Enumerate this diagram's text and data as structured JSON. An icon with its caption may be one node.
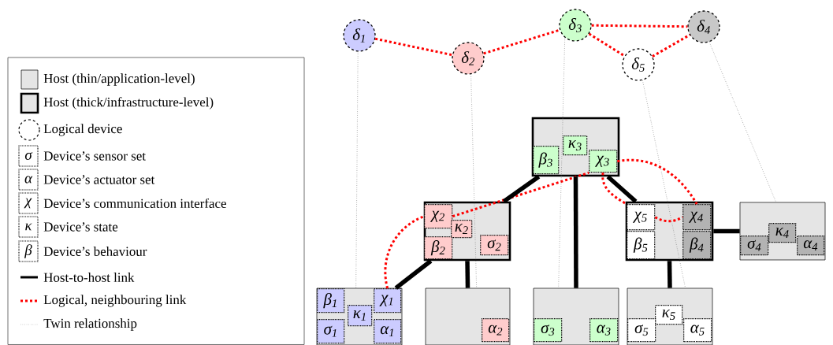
{
  "diagram": {
    "nodes": [
      {
        "text": [
          "δ$_{1}$"
        ]
      },
      {
        "text": [
          "δ$_{2}$"
        ]
      },
      {
        "text": [
          "δ$_{3}$"
        ]
      },
      {
        "text": [
          "δ$_{4}$"
        ]
      },
      {
        "text": [
          "δ$_{5}$"
        ]
      },
      {
        "text": [],
        "shape": "box"
      },
      {
        "text": [
          "β$_{3}$"
        ],
        "in": 5
      },
      {
        "text": [
          "κ$_{3}$"
        ],
        "in": 5
      },
      {
        "text": [
          "χ$_{3}$"
        ],
        "in": 5
      },
      {
        "text": [],
        "shape": "box"
      },
      {
        "text": [
          "χ$_{2}$"
        ],
        "in": 9
      },
      {
        "text": [
          "κ$_{2}$"
        ],
        "in": 9
      },
      {
        "text": [
          "β$_{2}$"
        ],
        "in": 9
      },
      {
        "text": [
          "σ$_{2}$"
        ],
        "in": 9
      },
      {
        "text": [],
        "shape": "box"
      },
      {
        "text": [
          "χ$_{5}$"
        ],
        "in": 14
      },
      {
        "text": [
          "χ$_{4}$"
        ],
        "in": 14
      },
      {
        "text": [
          "β$_{5}$"
        ],
        "in": 14
      },
      {
        "text": [
          "β$_{4}$"
        ],
        "in": 14
      },
      {
        "text": [],
        "shape": "box"
      },
      {
        "text": [
          "κ$_{4}$"
        ],
        "in": 19
      },
      {
        "text": [
          "σ$_{4}$"
        ],
        "in": 19
      },
      {
        "text": [
          "α$_{4}$"
        ],
        "in": 19
      },
      {
        "text": [],
        "shape": "box"
      },
      {
        "text": [
          "β$_{1}$"
        ],
        "in": 23
      },
      {
        "text": [
          "χ$_{1}$"
        ],
        "in": 23
      },
      {
        "text": [
          "κ$_{1}$"
        ],
        "in": 23
      },
      {
        "text": [
          "σ$_{1}$"
        ],
        "in": 23
      },
      {
        "text": [
          "α$_{1}$"
        ],
        "in": 23
      },
      {
        "text": [],
        "shape": "box"
      },
      {
        "text": [
          "α$_{2}$"
        ],
        "in": 29
      },
      {
        "text": [],
        "shape": "box"
      },
      {
        "text": [
          "σ$_{3}$"
        ],
        "in": 31
      },
      {
        "text": [
          "α$_{3}$"
        ],
        "in": 31
      },
      {
        "text": [],
        "shape": "box"
      },
      {
        "text": [
          "κ$_{5}$"
        ],
        "in": 34
      },
      {
        "text": [
          "σ$_{5}$"
        ],
        "in": 34
      },
      {
        "text": [
          "α$_{5}$"
        ],
        "in": 34
      }
    ],
    "edges": [
      {
        "from": 0,
        "to": 1,
        "arrow": "none",
        "style": "dashed",
        "color": "#ff0000"
      },
      {
        "from": 1,
        "to": 2,
        "arrow": "none",
        "style": "dashed",
        "color": "#ff0000"
      },
      {
        "from": 2,
        "to": 3,
        "arrow": "none",
        "style": "dashed",
        "color": "#ff0000"
      },
      {
        "from": 2,
        "to": 4,
        "arrow": "none",
        "style": "dashed",
        "color": "#ff0000"
      },
      {
        "from": 4,
        "to": 3,
        "arrow": "none",
        "style": "dashed",
        "color": "#ff0000"
      },
      {
        "from": 25,
        "to": 10,
        "arrow": "none",
        "style": "dashed",
        "color": "#ff0000"
      },
      {
        "from": 10,
        "to": 8,
        "arrow": "none",
        "style": "dashed",
        "color": "#ff0000"
      },
      {
        "from": 8,
        "to": 16,
        "arrow": "none",
        "style": "dashed",
        "color": "#ff0000"
      },
      {
        "from": 8,
        "to": 15,
        "arrow": "none",
        "style": "dashed",
        "color": "#ff0000"
      },
      {
        "from": 15,
        "to": 16,
        "arrow": "none",
        "style": "dashed",
        "color": "#ff0000"
      },
      {
        "from": 5,
        "to": 9,
        "arrow": "none",
        "style": "thick",
        "color": "#000000"
      },
      {
        "from": 5,
        "to": 31,
        "arrow": "none",
        "style": "thick",
        "color": "#000000"
      },
      {
        "from": 5,
        "to": 14,
        "arrow": "none",
        "style": "thick",
        "color": "#000000"
      },
      {
        "from": 9,
        "to": 29,
        "arrow": "none",
        "style": "thick",
        "color": "#000000"
      },
      {
        "from": 9,
        "to": 23,
        "arrow": "none",
        "style": "thick",
        "color": "#000000"
      },
      {
        "from": 14,
        "to": 19,
        "arrow": "none",
        "style": "thick",
        "color": "#000000"
      },
      {
        "from": 14,
        "to": 34,
        "arrow": "none",
        "style": "thick",
        "color": "#000000"
      },
      {
        "from": 0,
        "to": 23,
        "arrow": "none",
        "style": "dashed",
        "color": "#666666"
      },
      {
        "from": 1,
        "to": 29,
        "arrow": "none",
        "style": "dashed",
        "color": "#666666"
      },
      {
        "from": 2,
        "to": 31,
        "arrow": "none",
        "style": "dashed",
        "color": "#666666"
      },
      {
        "from": 4,
        "to": 34,
        "arrow": "none",
        "style": "dashed",
        "color": "#666666"
      },
      {
        "from": 3,
        "to": 19,
        "arrow": "none",
        "style": "dashed",
        "color": "#666666"
      }
    ],
    "labels": [
      "σ",
      "α",
      "χ",
      "κ",
      "β"
    ],
    "legend": [
      {
        "text": "Host (thin/application-level)"
      },
      {
        "text": "Host (thick/infrastructure-level)"
      },
      {
        "text": "Logical device"
      },
      {
        "text": "Device’s sensor set"
      },
      {
        "text": "Device’s actuator set"
      },
      {
        "text": "Device’s communication interface"
      },
      {
        "text": "Device’s state"
      },
      {
        "text": "Device’s behaviour"
      },
      {
        "text": "Host-to-host link"
      },
      {
        "text": "Logical, neighbouring link"
      },
      {
        "text": "Twin relationship"
      }
    ]
  }
}
